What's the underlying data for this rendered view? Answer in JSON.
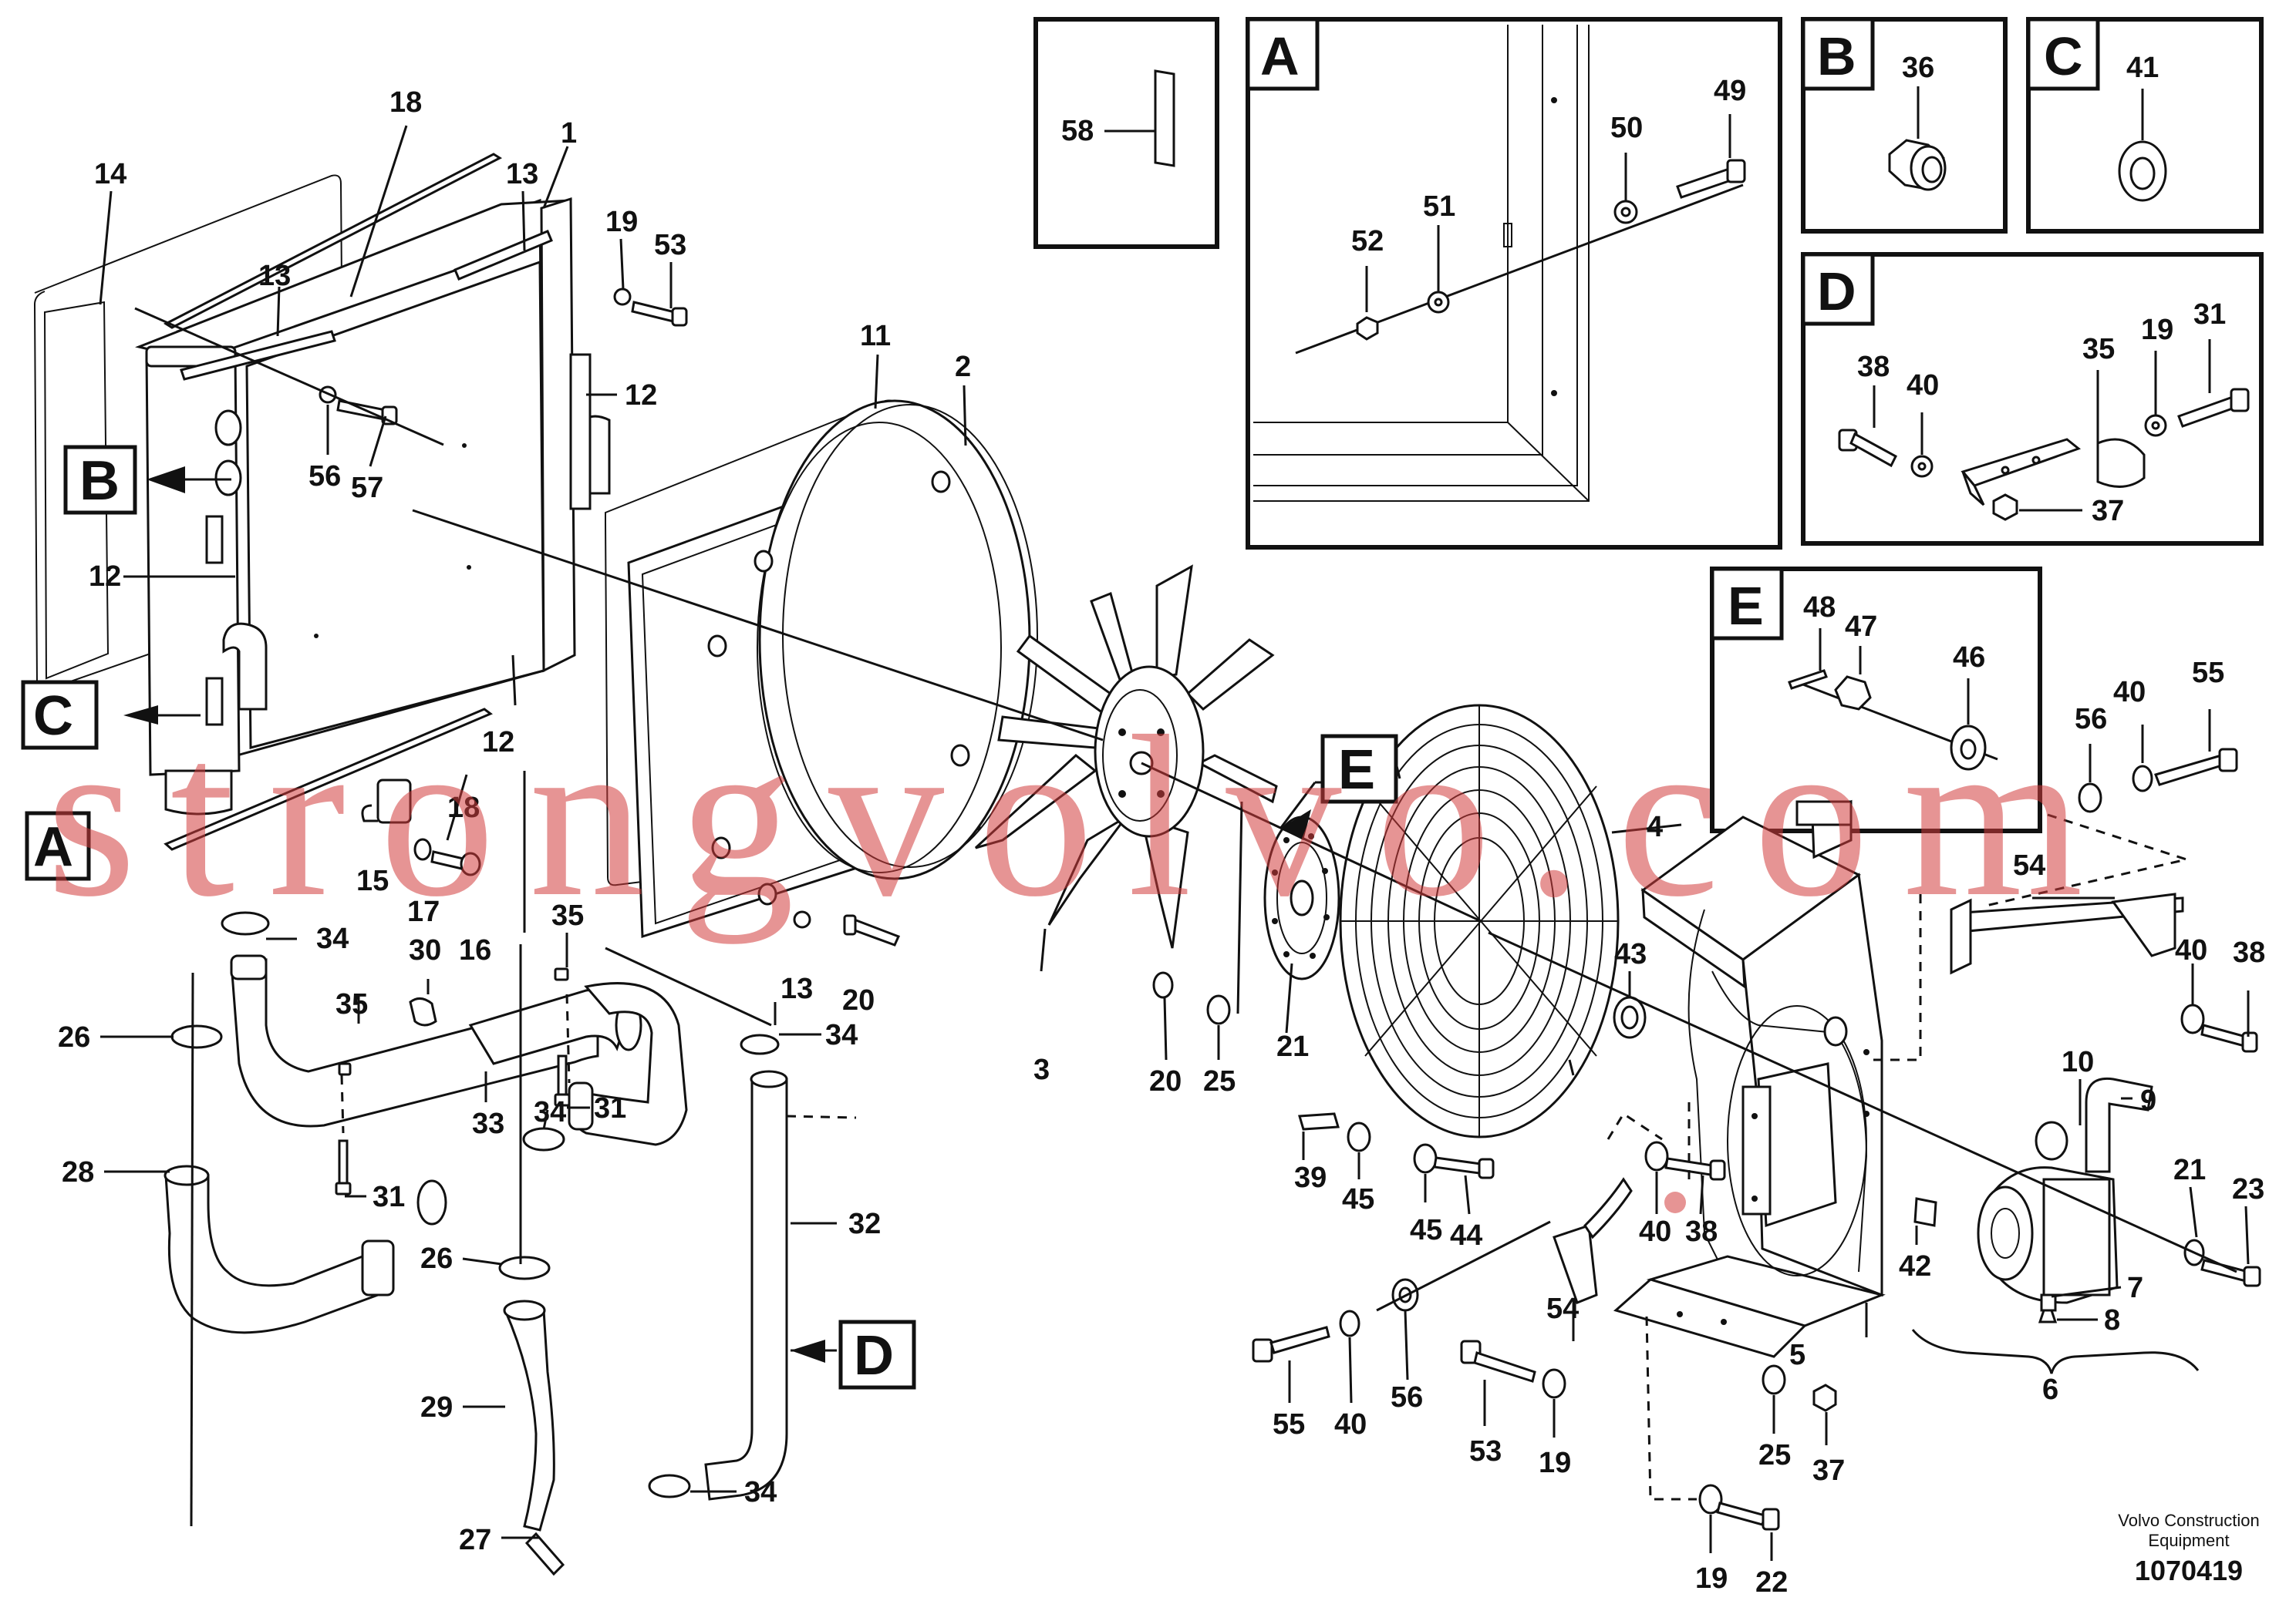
{
  "watermark": "strongvolvo.com",
  "footer": {
    "brand_line1": "Volvo Construction",
    "brand_line2": "Equipment",
    "drawing_number": "1070419"
  },
  "callouts": {
    "A": "A",
    "B": "B",
    "C": "C",
    "D": "D",
    "E": "E"
  },
  "insets": {
    "A": {
      "letter": "A",
      "parts": [
        "49",
        "50",
        "51",
        "52"
      ]
    },
    "B": {
      "letter": "B",
      "parts": [
        "36"
      ]
    },
    "C": {
      "letter": "C",
      "parts": [
        "41"
      ]
    },
    "D": {
      "letter": "D",
      "parts": [
        "38",
        "40",
        "35",
        "19",
        "31",
        "37"
      ]
    },
    "E": {
      "letter": "E",
      "parts": [
        "48",
        "47",
        "46"
      ]
    },
    "plain": {
      "parts": [
        "58"
      ]
    }
  },
  "labels": {
    "p1": "1",
    "p2": "2",
    "p3": "3",
    "p4": "4",
    "p5": "5",
    "p6": "6",
    "p7": "7",
    "p8": "8",
    "p9": "9",
    "p10": "10",
    "p11": "11",
    "p12a": "12",
    "p12b": "12",
    "p12c": "12",
    "p13a": "13",
    "p13b": "13",
    "p13c": "13",
    "p14": "14",
    "p15": "15",
    "p16": "16",
    "p17": "17",
    "p18a": "18",
    "p18b": "18",
    "p19a": "19",
    "p19b": "19",
    "p19c": "19",
    "p20a": "20",
    "p20b": "20",
    "p21a": "21",
    "p21b": "21",
    "p22": "22",
    "p23": "23",
    "p25a": "25",
    "p25b": "25",
    "p26a": "26",
    "p26b": "26",
    "p27": "27",
    "p28": "28",
    "p29": "29",
    "p30": "30",
    "p31a": "31",
    "p31b": "31",
    "p32": "32",
    "p33": "33",
    "p34a": "34",
    "p34b": "34",
    "p34c": "34",
    "p34d": "34",
    "p35a": "35",
    "p35b": "35",
    "p37": "37",
    "p38a": "38",
    "p38b": "38",
    "p39": "39",
    "p40a": "40",
    "p40b": "40",
    "p40c": "40",
    "p40d": "40",
    "p42": "42",
    "p43": "43",
    "p44": "44",
    "p45a": "45",
    "p45b": "45",
    "p53a": "53",
    "p53b": "53",
    "p54a": "54",
    "p54b": "54",
    "p55a": "55",
    "p55b": "55",
    "p56a": "56",
    "p56b": "56",
    "p56c": "56",
    "p57": "57",
    "iA49": "49",
    "iA50": "50",
    "iA51": "51",
    "iA52": "52",
    "iB36": "36",
    "iC41": "41",
    "iD38": "38",
    "iD40": "40",
    "iD35": "35",
    "iD19": "19",
    "iD31": "31",
    "iD37": "37",
    "iE48": "48",
    "iE47": "47",
    "iE46": "46",
    "i58": "58"
  }
}
